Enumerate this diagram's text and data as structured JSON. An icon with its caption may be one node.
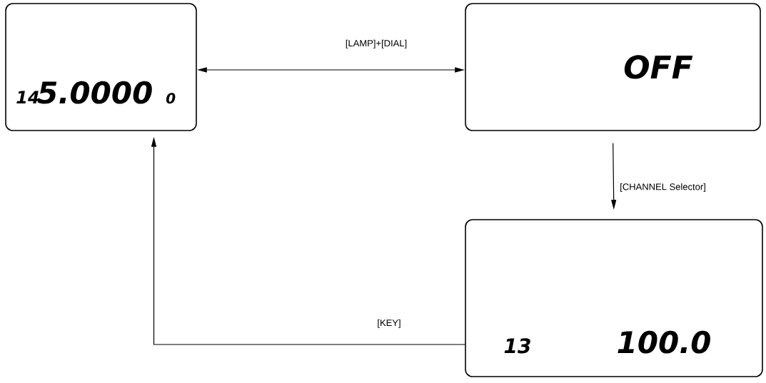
{
  "diagram": {
    "nodes": [
      {
        "text": [
          "14",
          "5.0000",
          "0"
        ]
      },
      {
        "text": [
          "OFF"
        ]
      },
      {
        "text": [
          "13",
          "100.0"
        ]
      }
    ],
    "edges": [
      {
        "from": 0,
        "to": 1,
        "arrow": "both",
        "label": "[LAMP]+[DIAL]"
      },
      {
        "from": 1,
        "to": 2,
        "arrow": "to",
        "label": "[CHANNEL Selector]"
      },
      {
        "from": 2,
        "to": 0,
        "arrow": "to",
        "label": "[KEY]"
      }
    ]
  }
}
